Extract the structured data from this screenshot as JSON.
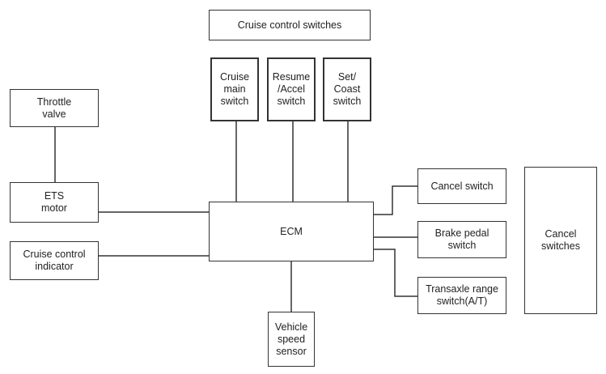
{
  "diagram": {
    "switches_group": "Cruise control switches",
    "cruise_main_switch": "Cruise\nmain\nswitch",
    "resume_accel_switch": "Resume\n/Accel\nswitch",
    "set_coast_switch": "Set/\nCoast\nswitch",
    "throttle_valve": "Throttle\nvalve",
    "ets_motor": "ETS\nmotor",
    "ecm": "ECM",
    "cruise_control_indicator": "Cruise control\nindicator",
    "vehicle_speed_sensor": "Vehicle\nspeed\nsensor",
    "cancel_switch": "Cancel switch",
    "brake_pedal_switch": "Brake pedal\nswitch",
    "transaxle_range_switch": "Transaxle range\nswitch(A/T)",
    "cancel_switches_group": "Cancel\nswitches"
  }
}
